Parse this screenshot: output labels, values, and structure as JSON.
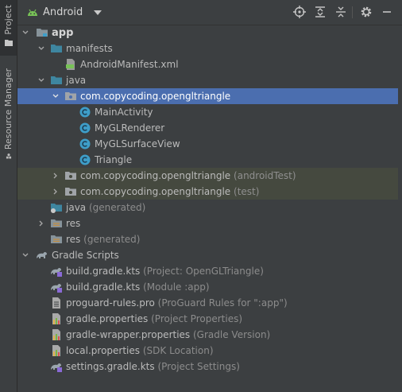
{
  "sidebar": {
    "project_label": "Project",
    "resource_manager_label": "Resource Manager"
  },
  "header": {
    "view_label": "Android"
  },
  "tree": {
    "app": "app",
    "manifests": "manifests",
    "android_manifest": "AndroidManifest.xml",
    "java": "java",
    "pkg_main": "com.copycoding.opengltriangle",
    "main_activity": "MainActivity",
    "my_gl_renderer": "MyGLRenderer",
    "my_gl_surface_view": "MyGLSurfaceView",
    "triangle": "Triangle",
    "pkg_android_test": "com.copycoding.opengltriangle",
    "pkg_android_test_hint": "(androidTest)",
    "pkg_test": "com.copycoding.opengltriangle",
    "pkg_test_hint": "(test)",
    "java_generated": "java",
    "java_generated_hint": "(generated)",
    "res": "res",
    "res_generated": "res",
    "res_generated_hint": "(generated)",
    "gradle_scripts": "Gradle Scripts",
    "build_gradle_project": "build.gradle.kts",
    "build_gradle_project_hint": "(Project: OpenGLTriangle)",
    "build_gradle_module": "build.gradle.kts",
    "build_gradle_module_hint": "(Module :app)",
    "proguard": "proguard-rules.pro",
    "proguard_hint": "(ProGuard Rules for \":app\")",
    "gradle_properties": "gradle.properties",
    "gradle_properties_hint": "(Project Properties)",
    "gradle_wrapper": "gradle-wrapper.properties",
    "gradle_wrapper_hint": "(Gradle Version)",
    "local_properties": "local.properties",
    "local_properties_hint": "(SDK Location)",
    "settings_gradle": "settings.gradle.kts",
    "settings_gradle_hint": "(Project Settings)"
  },
  "colors": {
    "background": "#3c3f41",
    "selection": "#4b6eaf",
    "test_highlight": "#45493f",
    "class_icon": "#3e9ec9",
    "android_green": "#78c257"
  }
}
